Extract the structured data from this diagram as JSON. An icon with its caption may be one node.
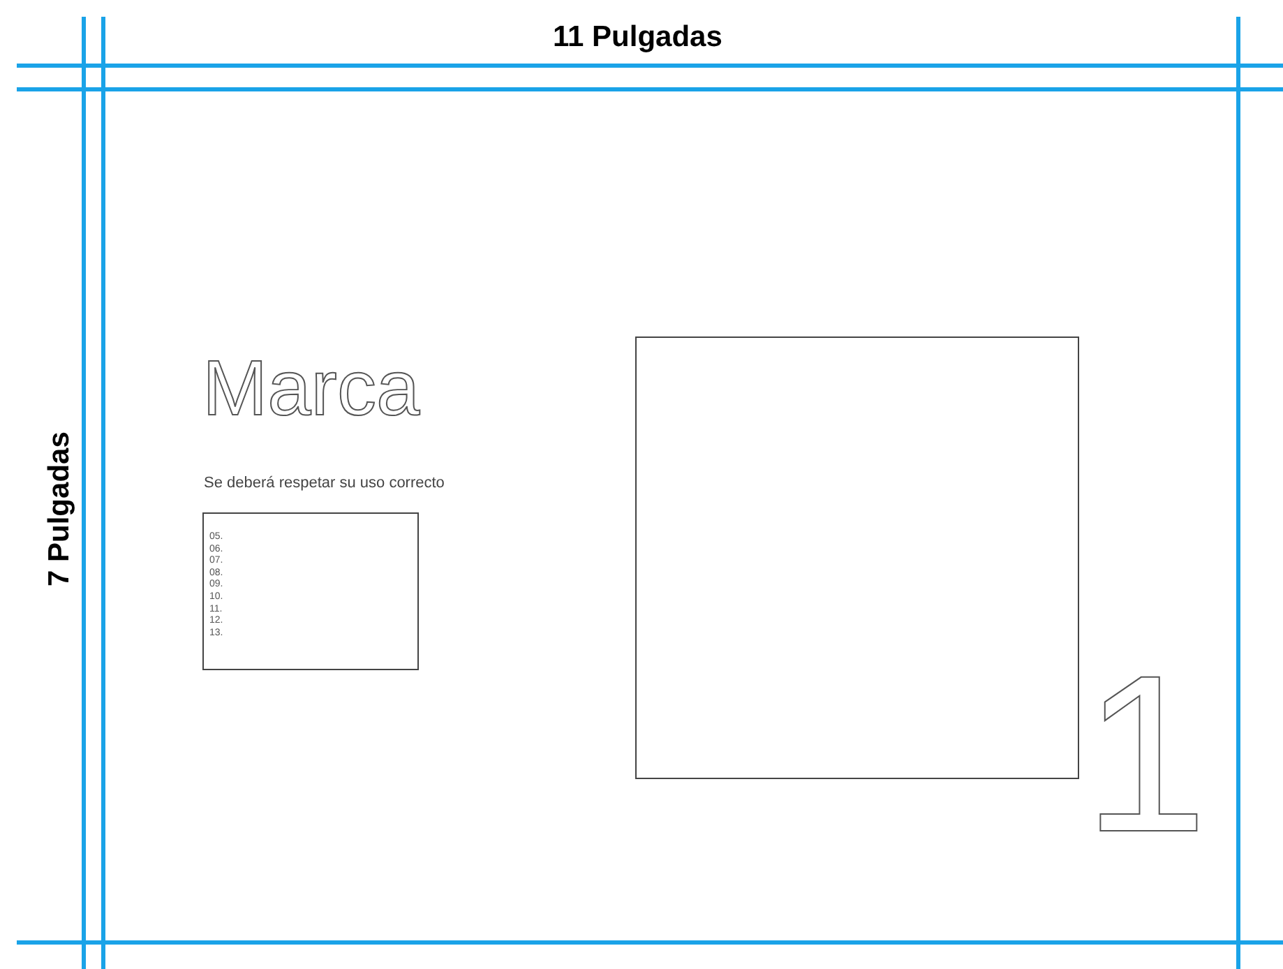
{
  "diagram": {
    "nodes": [
      {
        "text": [
          "05.",
          "06.",
          "07.",
          "08.",
          "09.",
          "10.",
          "11.",
          "12.",
          "13."
        ]
      },
      {
        "text": [],
        "shape": "box"
      }
    ],
    "labels": [
      "11 Pulgadas",
      "7 Pulgadas",
      "Marca",
      "Se deberá respetar su uso correcto",
      "1"
    ]
  }
}
